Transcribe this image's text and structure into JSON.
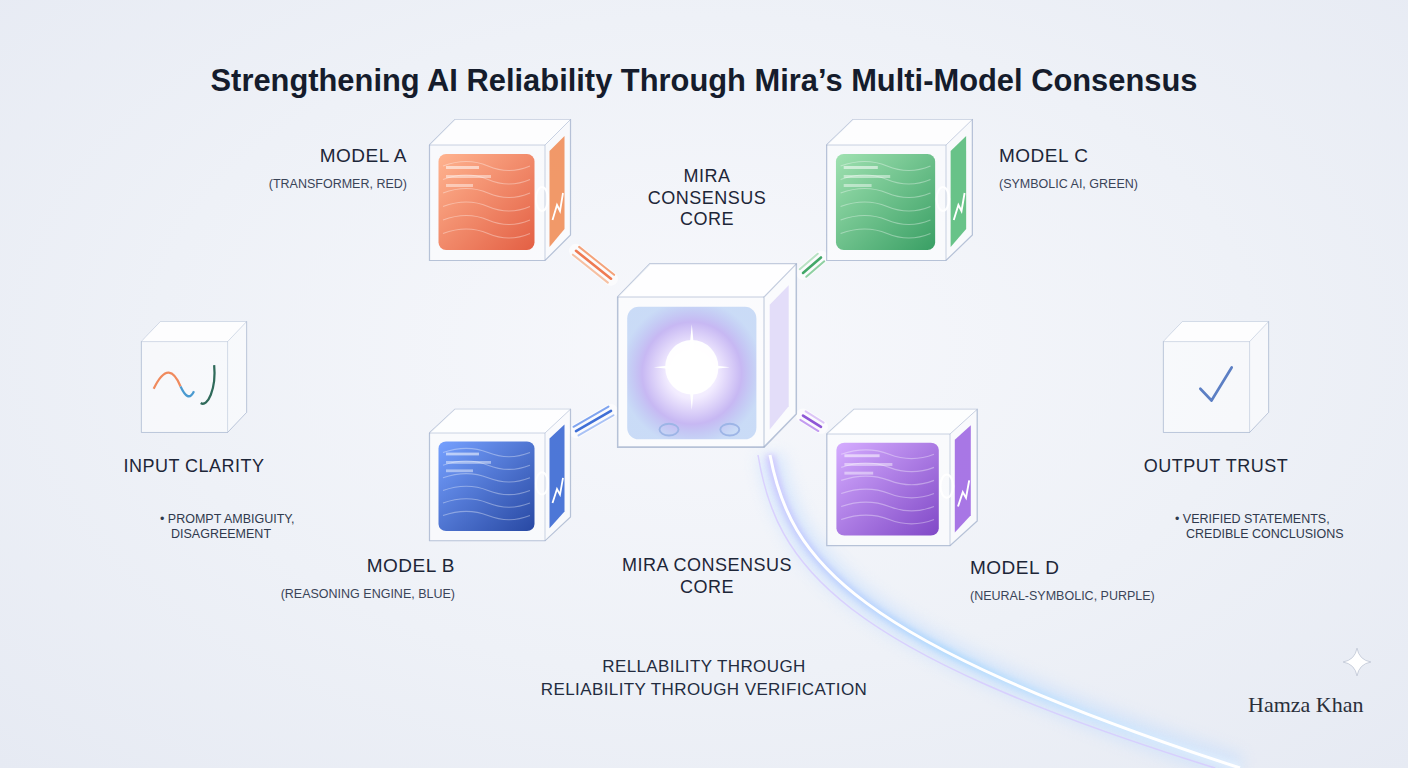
{
  "diagram": {
    "title": "Strengthening AI Reliability Through Mira’s Multi-Model Consensus",
    "nodes": [
      {
        "text": [
          "INPUT CLARITY",
          "• PROMPT AMBIGUITY, DISAGREEMENT"
        ]
      },
      {
        "text": [
          "MODEL A",
          "(TRANSFORMER, RED)"
        ]
      },
      {
        "text": [
          "MIRA CONSENSUS CORE",
          "MIRA CONSENSUS CORE"
        ]
      },
      {
        "text": [
          "MODEL C",
          "(SYMBOLIC AI, GREEN)"
        ]
      },
      {
        "text": [
          "OUTPUT TRUST",
          "• VERIFIED STATEMENTS, CREDIBLE CONCLUSIONS"
        ]
      },
      {
        "text": [
          "MODEL B",
          "(REASONING ENGINE, BLUE)"
        ]
      },
      {
        "text": [
          "MODEL D",
          "(NEURAL-SYMBOLIC, PURPLE)"
        ]
      }
    ],
    "edges": [
      {
        "from": 1,
        "to": 2,
        "arrow": "none"
      },
      {
        "from": 5,
        "to": 2,
        "arrow": "none"
      },
      {
        "from": 3,
        "to": 2,
        "arrow": "none"
      },
      {
        "from": 6,
        "to": 2,
        "arrow": "none"
      }
    ],
    "labels": [
      "RELLABILITY THROUGH",
      "RELIABILITY THROUGH VERIFICATION",
      "Hamza Khan"
    ]
  }
}
